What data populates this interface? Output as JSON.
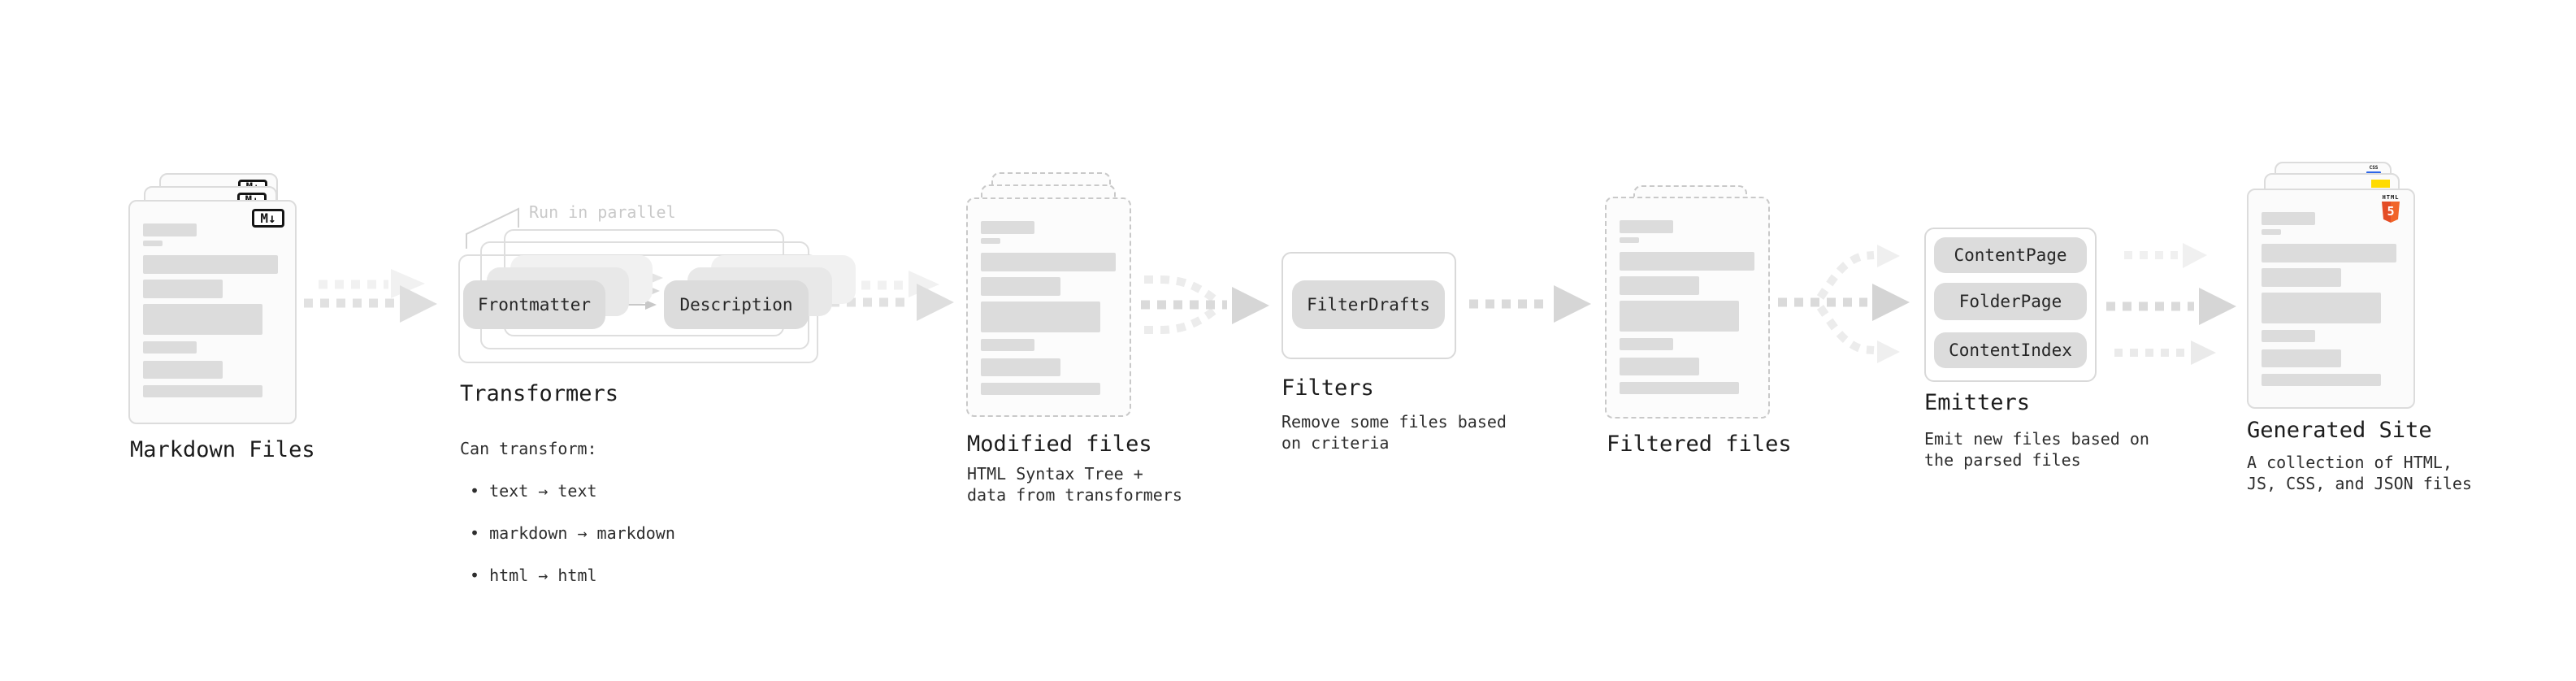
{
  "accents": {
    "html5_orange_dark": "#e44d26",
    "html5_orange_light": "#f16529",
    "js_yellow": "#ffdb00",
    "css_blue": "#2d66e8"
  },
  "stages": {
    "markdown_files": {
      "label": "Markdown Files",
      "file_badge": "M↓"
    },
    "transformers": {
      "label": "Transformers",
      "parallel_note": "Run in parallel",
      "input_pill": "Frontmatter",
      "output_pill": "Description",
      "caption_title": "Can transform:",
      "bullets": [
        "• text → text",
        "• markdown → markdown",
        "• html → html"
      ]
    },
    "modified_files": {
      "label": "Modified files",
      "caption": "HTML Syntax Tree +\ndata from transformers"
    },
    "filters": {
      "label": "Filters",
      "pill": "FilterDrafts",
      "caption": "Remove some files based\non criteria"
    },
    "filtered_files": {
      "label": "Filtered files"
    },
    "emitters": {
      "label": "Emitters",
      "pills": [
        "ContentPage",
        "FolderPage",
        "ContentIndex"
      ],
      "caption": "Emit new files based on\nthe parsed files"
    },
    "generated_site": {
      "label": "Generated Site",
      "caption": "A collection of HTML,\nJS, CSS, and JSON files",
      "html5_badge_text": "HTML",
      "html5_badge_number": "5",
      "css_badge_text": "CSS"
    }
  }
}
